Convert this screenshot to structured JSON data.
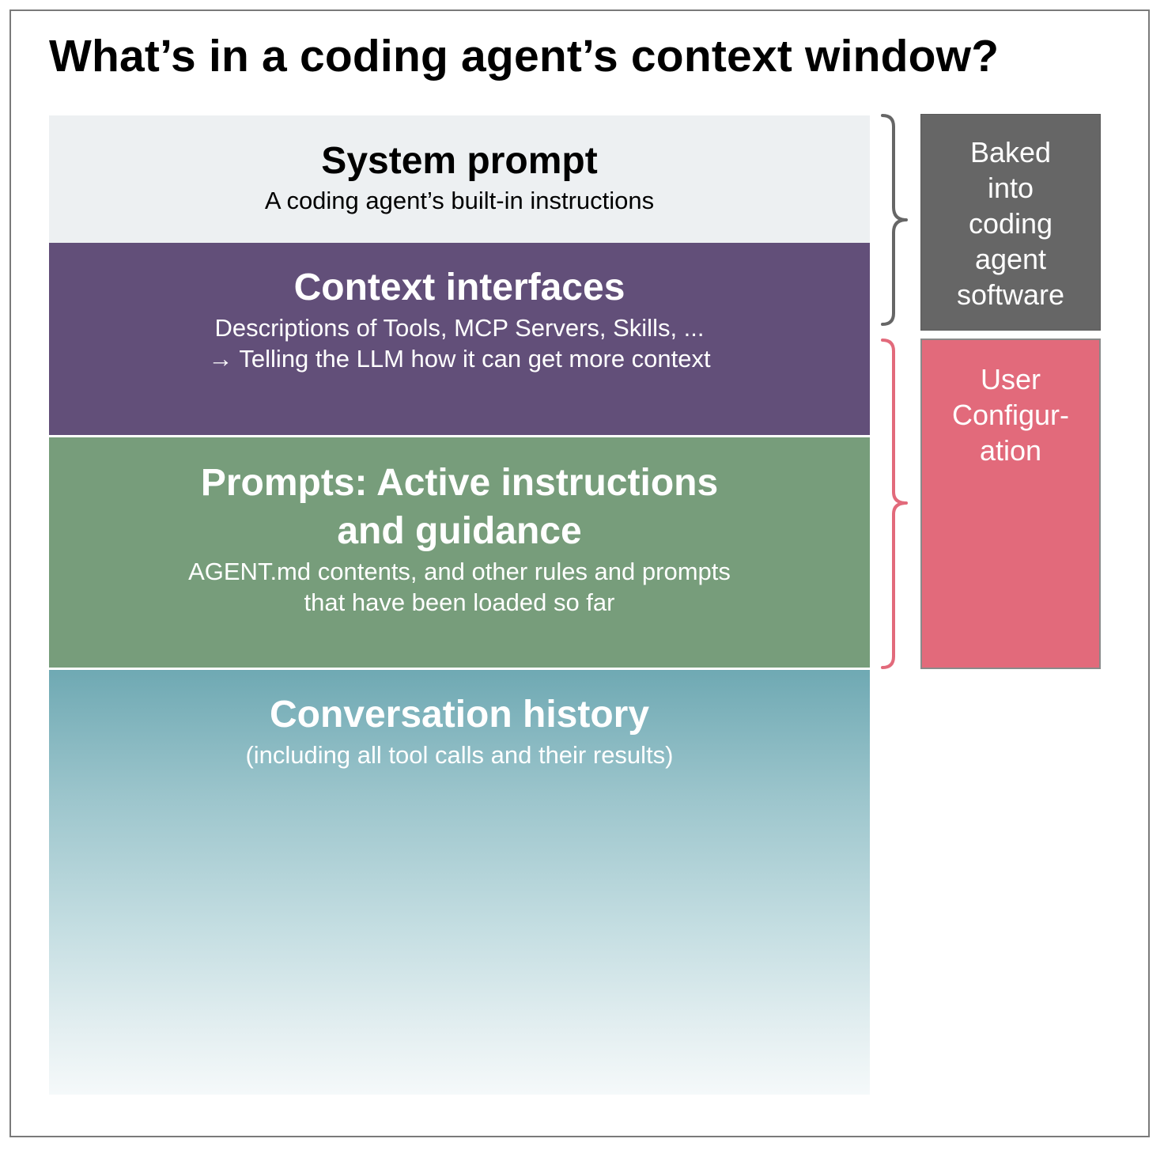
{
  "title": "What’s in a coding agent’s context window?",
  "layers": [
    {
      "heading": "System prompt",
      "description": [
        "A coding agent’s built-in instructions"
      ]
    },
    {
      "heading": "Context interfaces",
      "description": [
        "Descriptions of Tools, MCP Servers, Skills, ...",
        "→ Telling the LLM how it can get more context"
      ]
    },
    {
      "heading_lines": [
        "Prompts: Active instructions",
        "and guidance"
      ],
      "description": [
        "AGENT.md contents, and other rules and prompts",
        "that have been loaded so far"
      ]
    },
    {
      "heading": "Conversation history",
      "description": [
        "(including all tool calls and their results)"
      ]
    }
  ],
  "side_labels": {
    "baked": [
      "Baked",
      "into",
      "coding",
      "agent",
      "software"
    ],
    "user": [
      "User",
      "Configur-",
      "ation"
    ]
  },
  "colors": {
    "system_prompt": "#edf0f2",
    "context_interfaces": "#624f79",
    "prompts": "#779d7b",
    "conversation_history_top": "#6fa9b3",
    "baked_box": "#666666",
    "user_box": "#e26a7b",
    "baked_brace": "#666666",
    "user_brace": "#e26a7b"
  }
}
